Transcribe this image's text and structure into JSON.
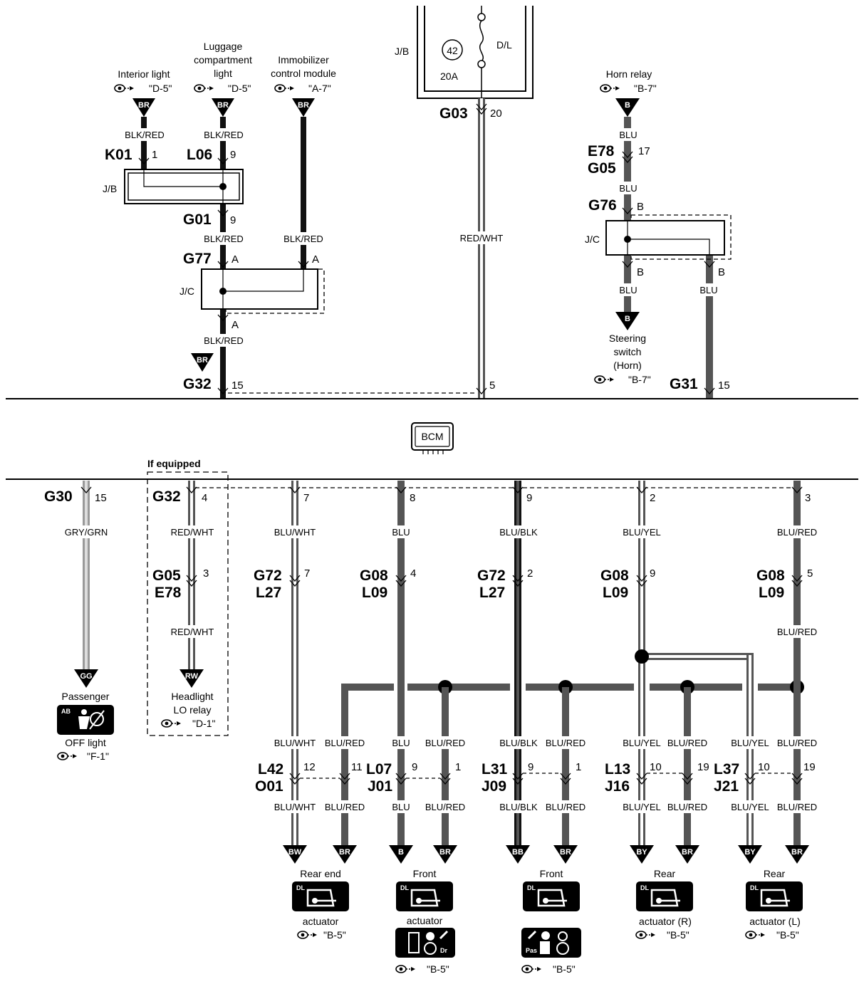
{
  "fuse": {
    "number": "42",
    "name": "D/L",
    "rating": "20A",
    "box": "J/B"
  },
  "components": {
    "interior_light": {
      "name": "Interior light",
      "ref": "\"D-5\""
    },
    "luggage_light": {
      "name_lines": [
        "Luggage",
        "compartment",
        "light"
      ],
      "ref": "\"D-5\""
    },
    "immobilizer": {
      "name_lines": [
        "Immobilizer",
        "control module"
      ],
      "ref": "\"A-7\""
    },
    "horn_relay": {
      "name": "Horn relay",
      "ref": "\"B-7\""
    },
    "steering_switch": {
      "name_lines": [
        "Steering",
        "switch",
        "(Horn)"
      ],
      "ref": "\"B-7\""
    },
    "passenger_off_light": {
      "name_top": "Passenger",
      "name_bottom": "OFF light",
      "icon": "AB",
      "ref": "\"F-1\""
    },
    "headlight_relay": {
      "name_lines": [
        "Headlight",
        "LO relay"
      ],
      "ref": "\"D-1\""
    },
    "bcm": {
      "label": "BCM"
    },
    "if_equipped": "If equipped",
    "actuators": [
      {
        "top": "Rear end",
        "bottom": "actuator",
        "icon": "DL",
        "ref": "\"B-5\""
      },
      {
        "top": "Front",
        "bottom": "actuator",
        "icon": "DL",
        "sub_icon_tag": "Dr",
        "ref": "\"B-5\""
      },
      {
        "top": "Front",
        "bottom": "",
        "icon": "DL",
        "sub_icon_tag": "Pas",
        "ref": "\"B-5\""
      },
      {
        "top": "Rear",
        "bottom": "actuator (R)",
        "icon": "DL",
        "ref": "\"B-5\""
      },
      {
        "top": "Rear",
        "bottom": "actuator (L)",
        "icon": "DL",
        "ref": "\"B-5\""
      }
    ]
  },
  "junctions": {
    "jb": "J/B",
    "jc": "J/C"
  },
  "connectors": {
    "K01": "K01",
    "L06": "L06",
    "G01": "G01",
    "G77": "G77",
    "G32": "G32",
    "G03": "G03",
    "E78": "E78",
    "G05": "G05",
    "G76": "G76",
    "G31": "G31",
    "G30": "G30",
    "G72": "G72",
    "L27": "L27",
    "G08": "G08",
    "L09": "L09",
    "L42": "L42",
    "O01": "O01",
    "L07": "L07",
    "J01": "J01",
    "L31": "L31",
    "J09": "J09",
    "L13": "L13",
    "J16": "J16",
    "L37": "L37",
    "J21": "J21"
  },
  "pins": {
    "k01": "1",
    "l06": "9",
    "g01": "9",
    "g77": "A",
    "g32_top": "15",
    "g03": "20",
    "g03_bcm": "5",
    "e78": "17",
    "g76": "B",
    "g31": "15",
    "g30": "15",
    "g32_b": "4",
    "g05_b": "3",
    "g72_1": "7",
    "g08_1": "4",
    "g72_2": "2",
    "g08_2": "9",
    "g08_3": "5",
    "bcm_7": "7",
    "bcm_8": "8",
    "bcm_9": "9",
    "bcm_2": "2",
    "bcm_3": "3",
    "l42": "12",
    "o01": "11",
    "l07": "9",
    "j01": "1",
    "l31": "9",
    "j09": "1",
    "l13": "10",
    "j16": "19",
    "l37": "10",
    "j21": "19"
  },
  "wires": {
    "blk_red": "BLK/RED",
    "red_wht": "RED/WHT",
    "blu": "BLU",
    "gry_grn": "GRY/GRN",
    "blu_wht": "BLU/WHT",
    "blu_blk": "BLU/BLK",
    "blu_yel": "BLU/YEL",
    "blu_red": "BLU/RED"
  },
  "triangles": {
    "br": "BR",
    "b": "B",
    "gg": "GG",
    "rw": "RW",
    "bw": "BW",
    "bb": "BB",
    "by": "BY"
  },
  "colors": {
    "black_wire": "#111111",
    "gray_wire": "#555555",
    "light_gray": "#999999",
    "line": "#000000"
  }
}
